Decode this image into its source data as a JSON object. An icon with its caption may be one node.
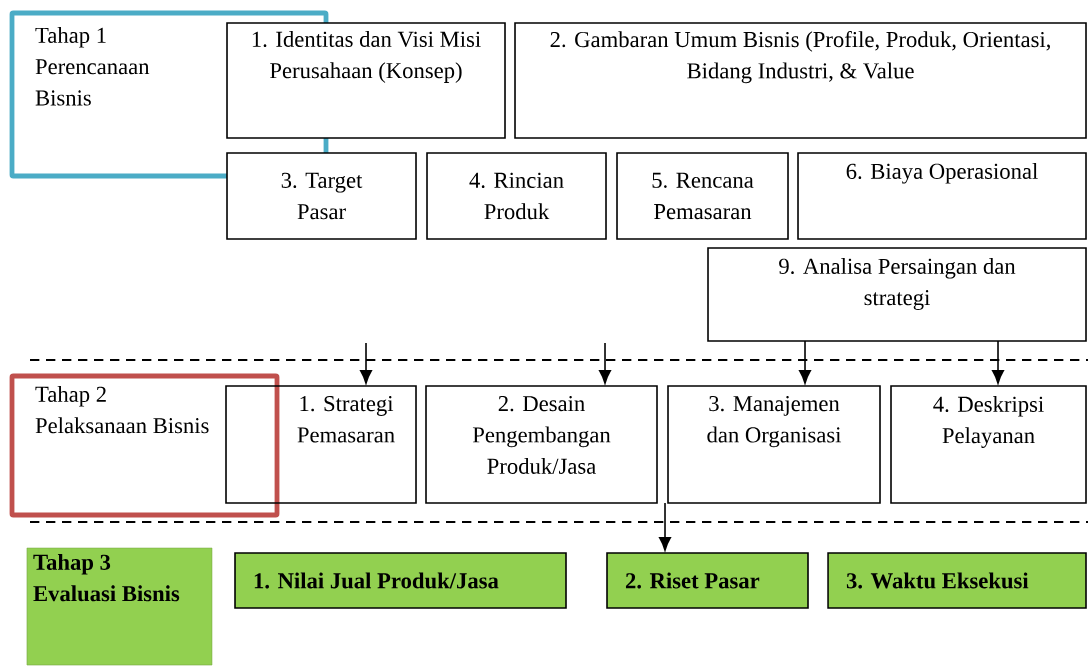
{
  "diagram": {
    "nodes": [
      {
        "text": [
          "Tahap 1 Perencanaan Bisnis"
        ]
      },
      {
        "text": [
          "1. Identitas dan Visi Misi Perusahaan (Konsep)"
        ]
      },
      {
        "text": [
          "2. Gambaran Umum Bisnis (Profile, Produk, Orientasi, Bidang Industri, & Value"
        ]
      },
      {
        "text": [
          "3. Target Pasar"
        ]
      },
      {
        "text": [
          "4. Rincian Produk"
        ]
      },
      {
        "text": [
          "5. Rencana Pemasaran"
        ]
      },
      {
        "text": [
          "6. Biaya Operasional"
        ]
      },
      {
        "text": [
          "9. Analisa Persaingan dan strategi"
        ]
      },
      {
        "text": [
          "Tahap 2 Pelaksanaan Bisnis"
        ]
      },
      {
        "text": [
          "1. Strategi Pemasaran"
        ]
      },
      {
        "text": [
          "2. Desain Pengembangan Produk/Jasa"
        ]
      },
      {
        "text": [
          "3. Manajemen dan Organisasi"
        ]
      },
      {
        "text": [
          "4. Deskripsi Pelayanan"
        ]
      },
      {
        "text": [
          "Tahap 3 Evaluasi Bisnis"
        ]
      },
      {
        "text": [
          "1. Nilai Jual Produk/Jasa"
        ]
      },
      {
        "text": [
          "2. Riset Pasar"
        ]
      },
      {
        "text": [
          "3. Waktu Eksekusi"
        ]
      }
    ],
    "edges": [
      {
        "from": null,
        "to": 9,
        "arrow": "to"
      },
      {
        "from": null,
        "to": 10,
        "arrow": "to"
      },
      {
        "from": 7,
        "to": 11,
        "arrow": "to"
      },
      {
        "from": 7,
        "to": 12,
        "arrow": "to"
      },
      {
        "from": 11,
        "to": 15,
        "arrow": "to"
      }
    ]
  }
}
